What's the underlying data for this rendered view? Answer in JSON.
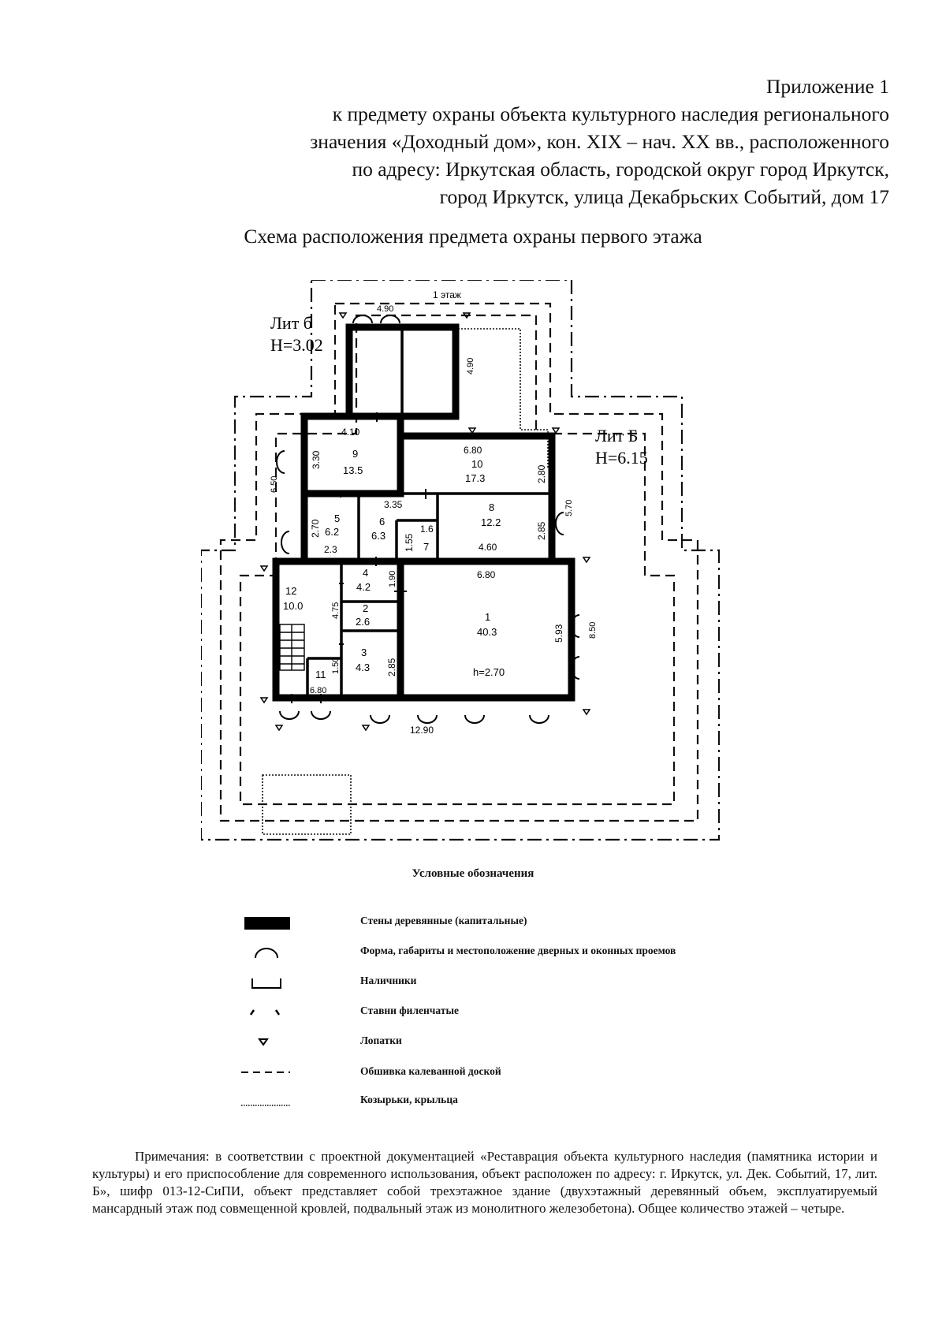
{
  "header": {
    "lines": [
      "Приложение 1",
      "к предмету охраны объекта культурного наследия регионального",
      "значения «Доходный дом», кон. XIX – нач. XX вв., расположенного",
      "по адресу: Иркутская область, городской округ город Иркутск,",
      "город Иркутск, улица Декабрьских Событий, дом 17"
    ]
  },
  "scheme_title": "Схема расположения предмета охраны первого этажа",
  "plan": {
    "floor_label": "1 этаж",
    "lit_b_small": {
      "line1": "Лит б",
      "line2": "H=3.02"
    },
    "lit_b_big": {
      "line1": "Лит Б",
      "line2": "H=6.15"
    },
    "rooms": [
      {
        "num": "9",
        "area": "13.5"
      },
      {
        "num": "10",
        "area": "17.3"
      },
      {
        "num": "5",
        "area": "6.2"
      },
      {
        "num": "6",
        "area": "6.3"
      },
      {
        "num": "7",
        "area": ""
      },
      {
        "num": "8",
        "area": "12.2"
      },
      {
        "num": "12",
        "area": "10.0"
      },
      {
        "num": "4",
        "area": "4.2"
      },
      {
        "num": "2",
        "area": "2.6"
      },
      {
        "num": "3",
        "area": "4.3"
      },
      {
        "num": "11",
        "area": ""
      },
      {
        "num": "1",
        "area": "40.3"
      }
    ],
    "height_note": "h=2.70",
    "dimensions": [
      "4.90",
      "4.90",
      "4.10",
      "6.80",
      "3.30",
      "2.80",
      "6.50",
      "3.35",
      "2.70",
      "1.6",
      "1.55",
      "2.85",
      "4.60",
      "2.3",
      "5.70",
      "6.80",
      "1.90",
      "4.75",
      "5.93",
      "8.50",
      "2.85",
      "1.50",
      "6.80",
      "12.90"
    ]
  },
  "legend": {
    "title": "Условные обозначения",
    "items": [
      {
        "icon": "wall-icon",
        "label": "Стены деревянные (капитальные)"
      },
      {
        "icon": "arch-icon",
        "label": "Форма, габариты и местоположение дверных и оконных проемов"
      },
      {
        "icon": "frame-icon",
        "label": "Наличники"
      },
      {
        "icon": "shutter-icon",
        "label": "Ставни филенчатые"
      },
      {
        "icon": "pilaster-icon",
        "label": "Лопатки"
      },
      {
        "icon": "dash-icon",
        "label": "Обшивка калеванной доской"
      },
      {
        "icon": "dotted-icon",
        "label": "Козырьки, крыльца"
      }
    ]
  },
  "notes": "Примечания: в соответствии с проектной документацией «Реставрация объекта культурного наследия (памятника истории и культуры) и его приспособление для современного использования, объект расположен по адресу: г. Иркутск, ул. Дек. Событий, 17, лит. Б», шифр 013-12-СиПИ, объект представляет собой трехэтажное здание (двухэтажный деревянный объем, эксплуатируемый мансардный этаж под совмещенной кровлей, подвальный этаж из монолитного железобетона). Общее количество этажей – четыре."
}
